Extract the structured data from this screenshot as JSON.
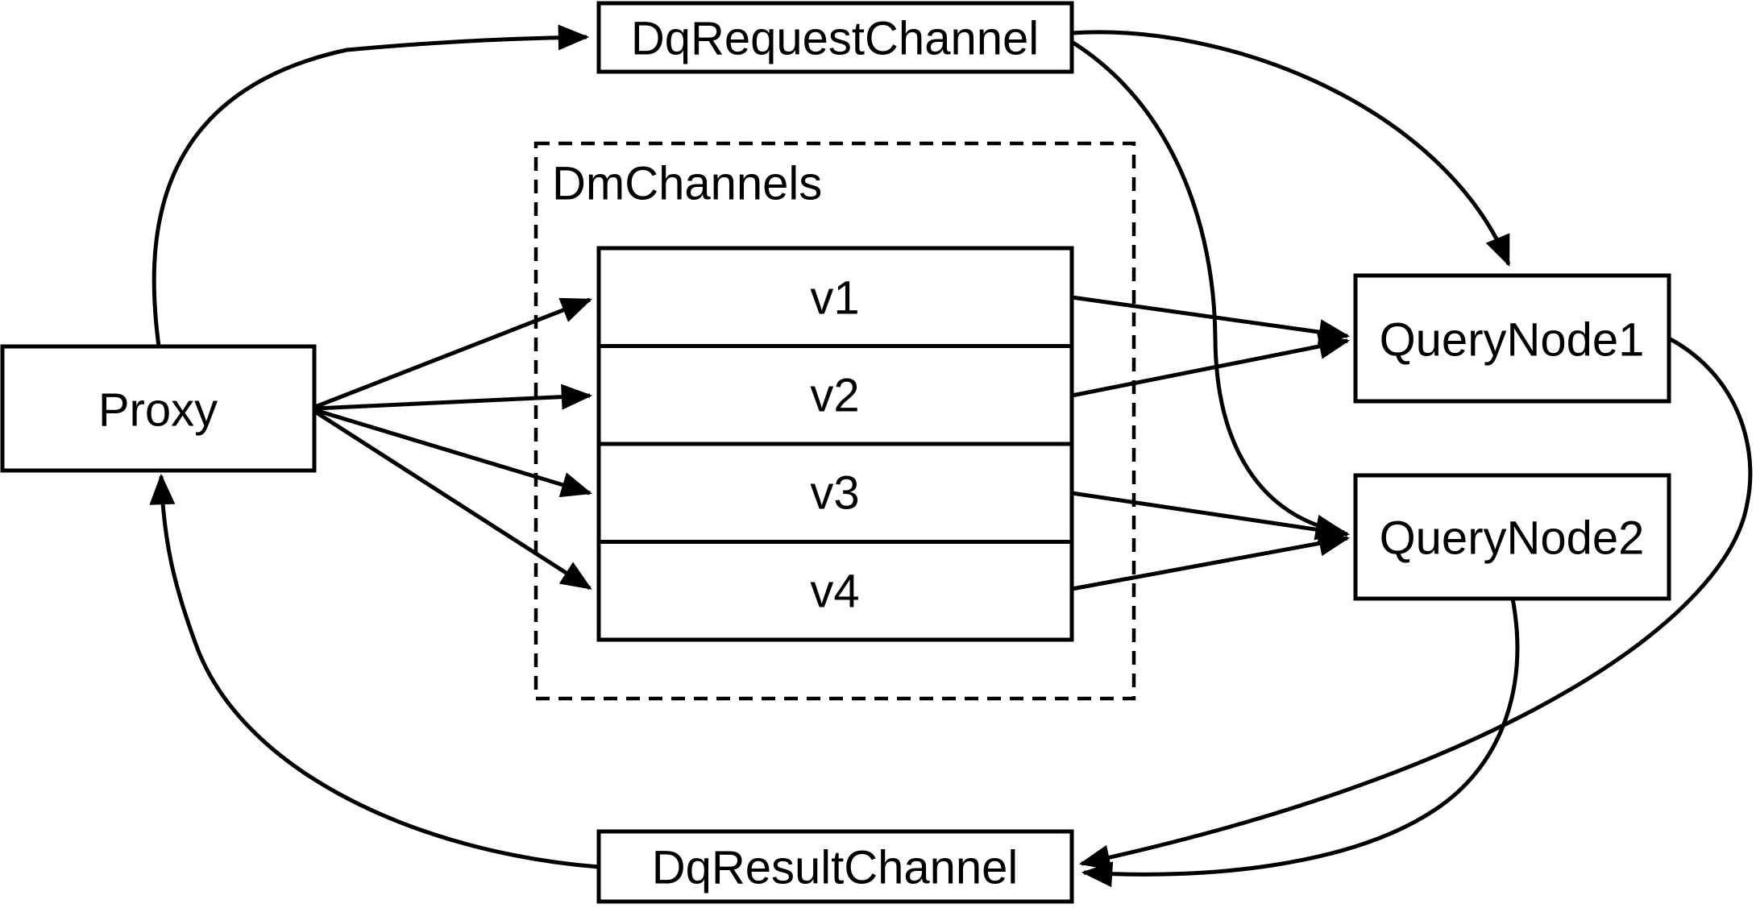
{
  "diagram": {
    "nodes": {
      "proxy": {
        "label": "Proxy"
      },
      "dq_request_channel": {
        "label": "DqRequestChannel"
      },
      "dm_channels": {
        "label": "DmChannels",
        "channels": [
          "v1",
          "v2",
          "v3",
          "v4"
        ]
      },
      "query_node1": {
        "label": "QueryNode1"
      },
      "query_node2": {
        "label": "QueryNode2"
      },
      "dq_result_channel": {
        "label": "DqResultChannel"
      }
    },
    "edges": [
      {
        "from": "Proxy",
        "to": "DqRequestChannel"
      },
      {
        "from": "Proxy",
        "to": "v1"
      },
      {
        "from": "Proxy",
        "to": "v2"
      },
      {
        "from": "Proxy",
        "to": "v3"
      },
      {
        "from": "Proxy",
        "to": "v4"
      },
      {
        "from": "DqRequestChannel",
        "to": "QueryNode1"
      },
      {
        "from": "DqRequestChannel",
        "to": "QueryNode2"
      },
      {
        "from": "v1",
        "to": "QueryNode1"
      },
      {
        "from": "v2",
        "to": "QueryNode1"
      },
      {
        "from": "v3",
        "to": "QueryNode2"
      },
      {
        "from": "v4",
        "to": "QueryNode2"
      },
      {
        "from": "QueryNode1",
        "to": "DqResultChannel"
      },
      {
        "from": "QueryNode2",
        "to": "DqResultChannel"
      },
      {
        "from": "DqResultChannel",
        "to": "Proxy"
      }
    ],
    "colors": {
      "line": "#000000",
      "background": "#ffffff"
    }
  }
}
